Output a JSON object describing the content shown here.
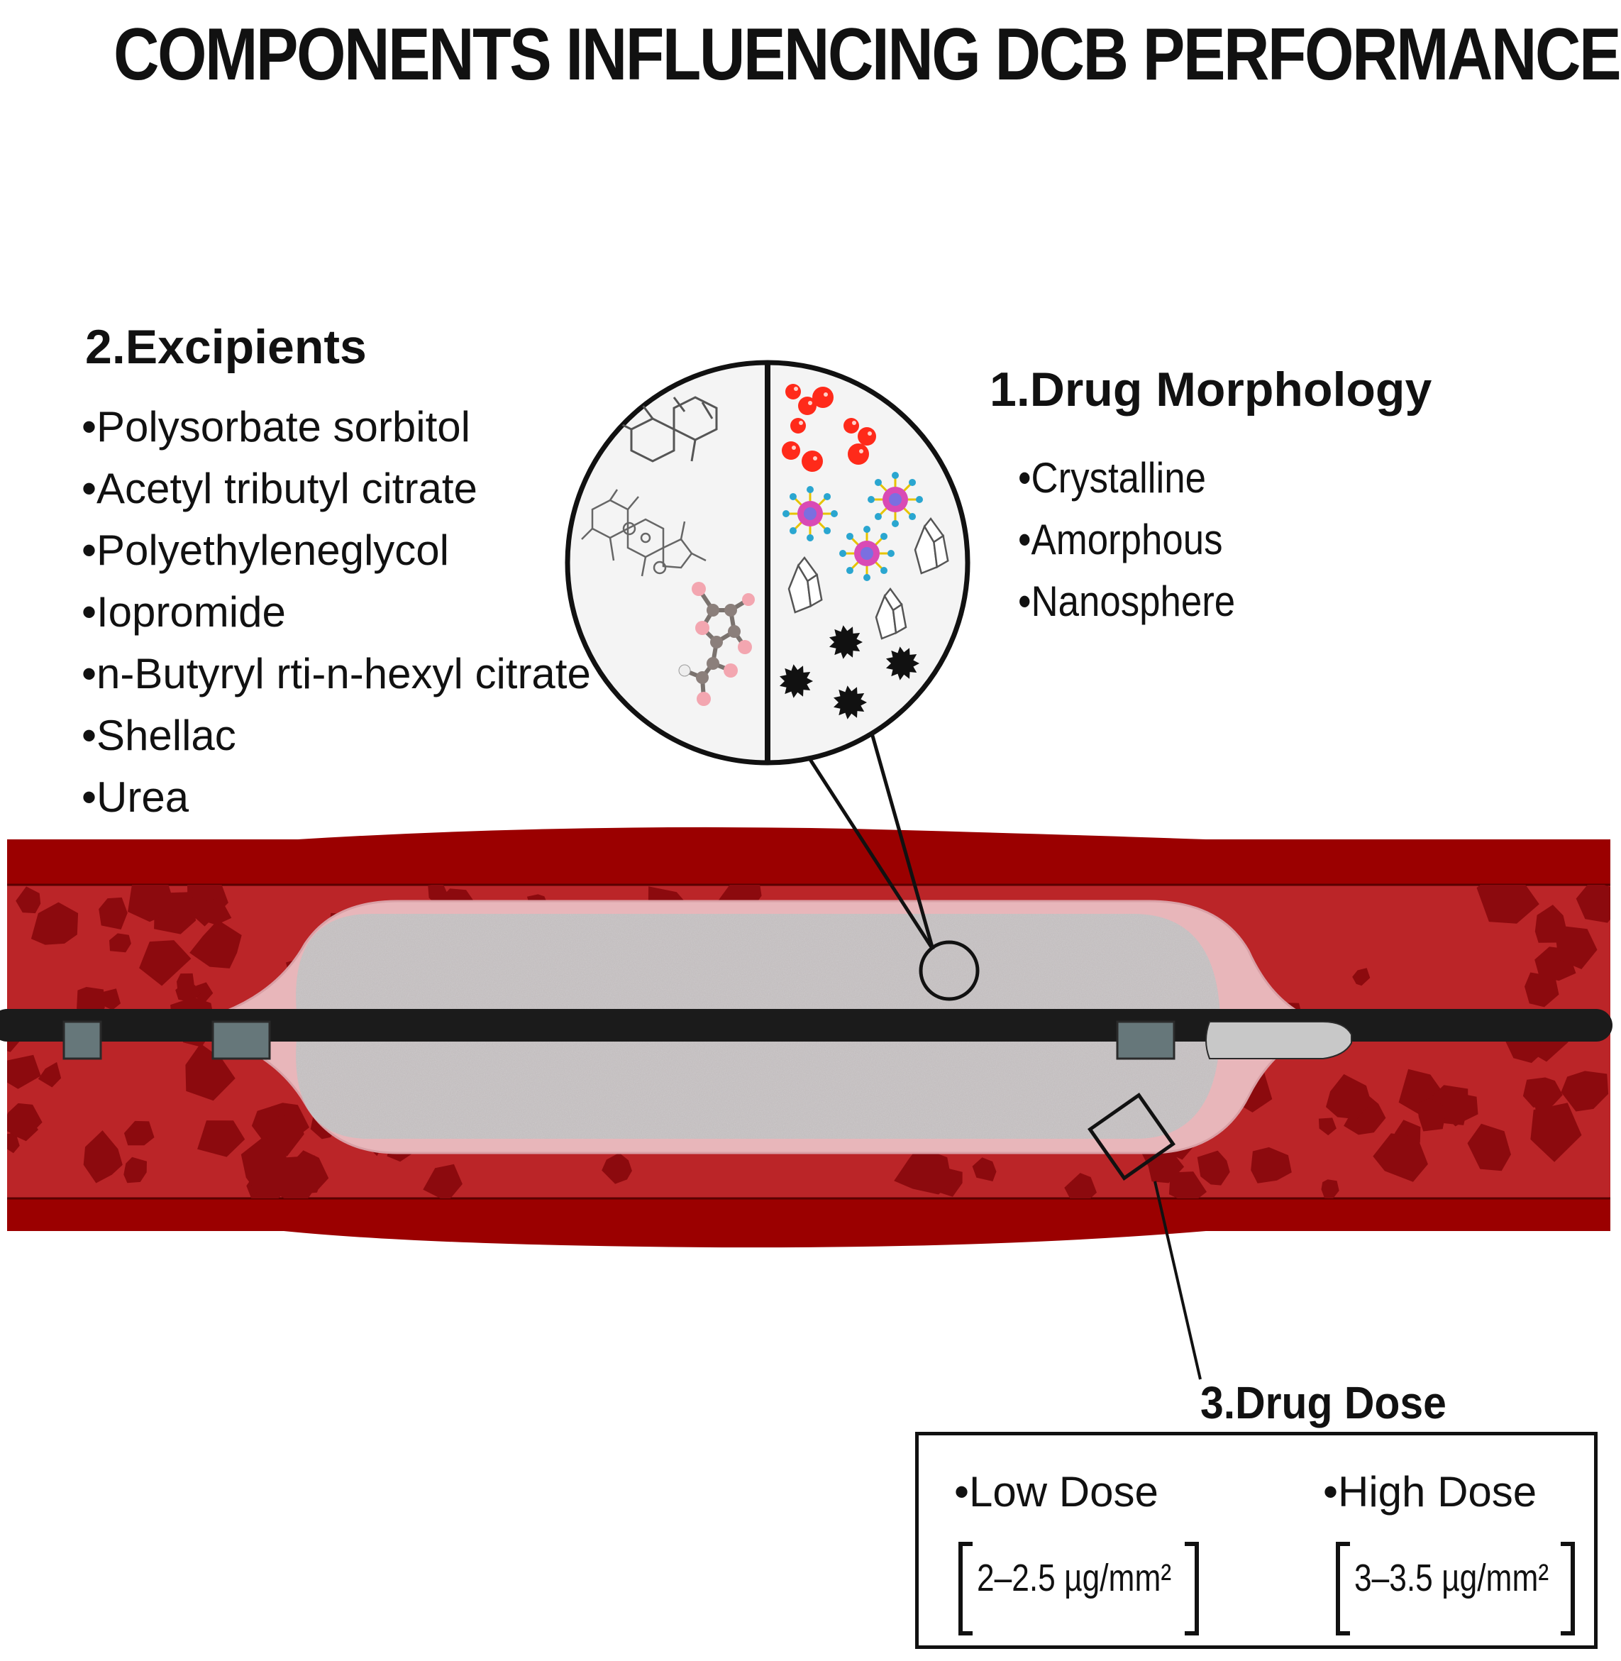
{
  "title": "COMPONENTS INFLUENCING DCB PERFORMANCE",
  "excipients": {
    "heading": "2.Excipients",
    "items": [
      "Polysorbate sorbitol",
      "Acetyl tributyl citrate",
      "Polyethyleneglycol",
      "Iopromide",
      "n-Butyryl rti-n-hexyl citrate",
      "Shellac",
      "Urea"
    ]
  },
  "morphology": {
    "heading": "1.Drug Morphology",
    "items": [
      "Crystalline",
      "Amorphous",
      "Nanosphere"
    ]
  },
  "dose": {
    "heading": "3.Drug Dose",
    "low_label": "Low Dose",
    "low_range": "2–2.5 µg/mm²",
    "high_label": "High Dose",
    "high_range": "3–3.5 µg/mm²"
  },
  "colors": {
    "vessel_wall": "#9b0000",
    "vessel_lumen": "#bb2528",
    "blood_cell": "#8c0a0e",
    "balloon_rim": "#e8b6ba",
    "balloon_fill": "#c4bfc0",
    "catheter": "#1b1b1b",
    "marker_band": "#66777a",
    "tip": "#c8c8c8"
  }
}
